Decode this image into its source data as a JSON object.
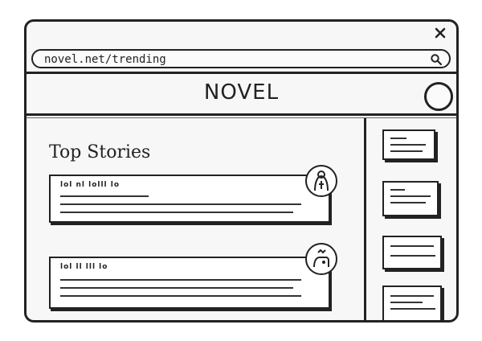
{
  "browser": {
    "url": "novel.net/trending",
    "close_icon": "close-icon",
    "search_icon": "search-icon"
  },
  "header": {
    "site_title": "NOVEL"
  },
  "main": {
    "section_title": "Top Stories"
  },
  "stories": [
    {
      "title": "lol nl lolll lo",
      "avatar_icon": "avatar-illustration-icon"
    },
    {
      "title": "lol ll lll lo",
      "avatar_icon": "avatar-illustration-icon"
    }
  ],
  "colors": {
    "ink": "#222222",
    "paper": "#f7f7f7"
  }
}
